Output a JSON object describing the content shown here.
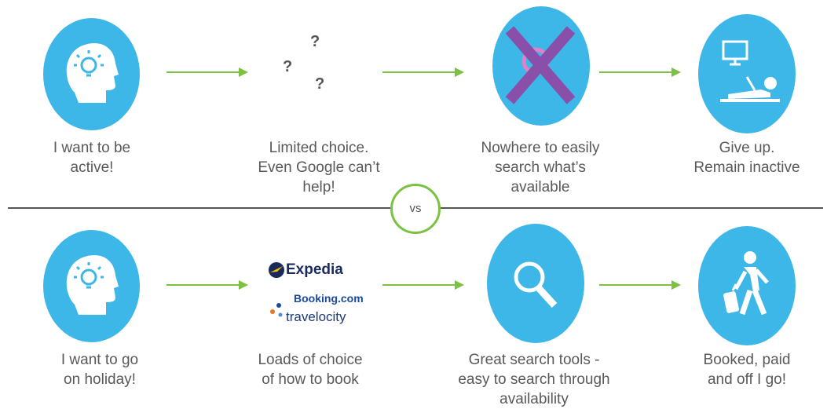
{
  "top_row": {
    "step1": {
      "line1": "I want to be",
      "line2": "active!"
    },
    "step2": {
      "line1": "Limited choice.",
      "line2": "Even Google can’t",
      "line3": "help!",
      "icon": "question-marks-icon"
    },
    "step3": {
      "line1": "Nowhere to easily",
      "line2": "search what’s",
      "line3": "available",
      "icon": "crossed-out-search-icon"
    },
    "step4": {
      "line1": "Give up.",
      "line2": "Remain inactive",
      "icon": "person-lying-watching-tv-icon"
    }
  },
  "divider": {
    "label": "vs"
  },
  "bottom_row": {
    "step1": {
      "line1": "I want to go",
      "line2": "on holiday!"
    },
    "step2": {
      "line1": "Loads of choice",
      "line2": "of how to book",
      "logos": {
        "expedia": "Expedia",
        "booking": "Booking.com",
        "travelocity": "travelocity"
      }
    },
    "step3": {
      "line1": "Great search tools -",
      "line2": "easy to search through",
      "line3": "availability",
      "icon": "search-icon"
    },
    "step4": {
      "line1": "Booked, paid",
      "line2": "and off I go!",
      "icon": "person-walking-with-luggage-icon"
    }
  },
  "colors": {
    "oval": "#3db6e8",
    "arrow": "#7bc142",
    "cross": "#8a4fa8",
    "lens": "#e87ec6"
  }
}
